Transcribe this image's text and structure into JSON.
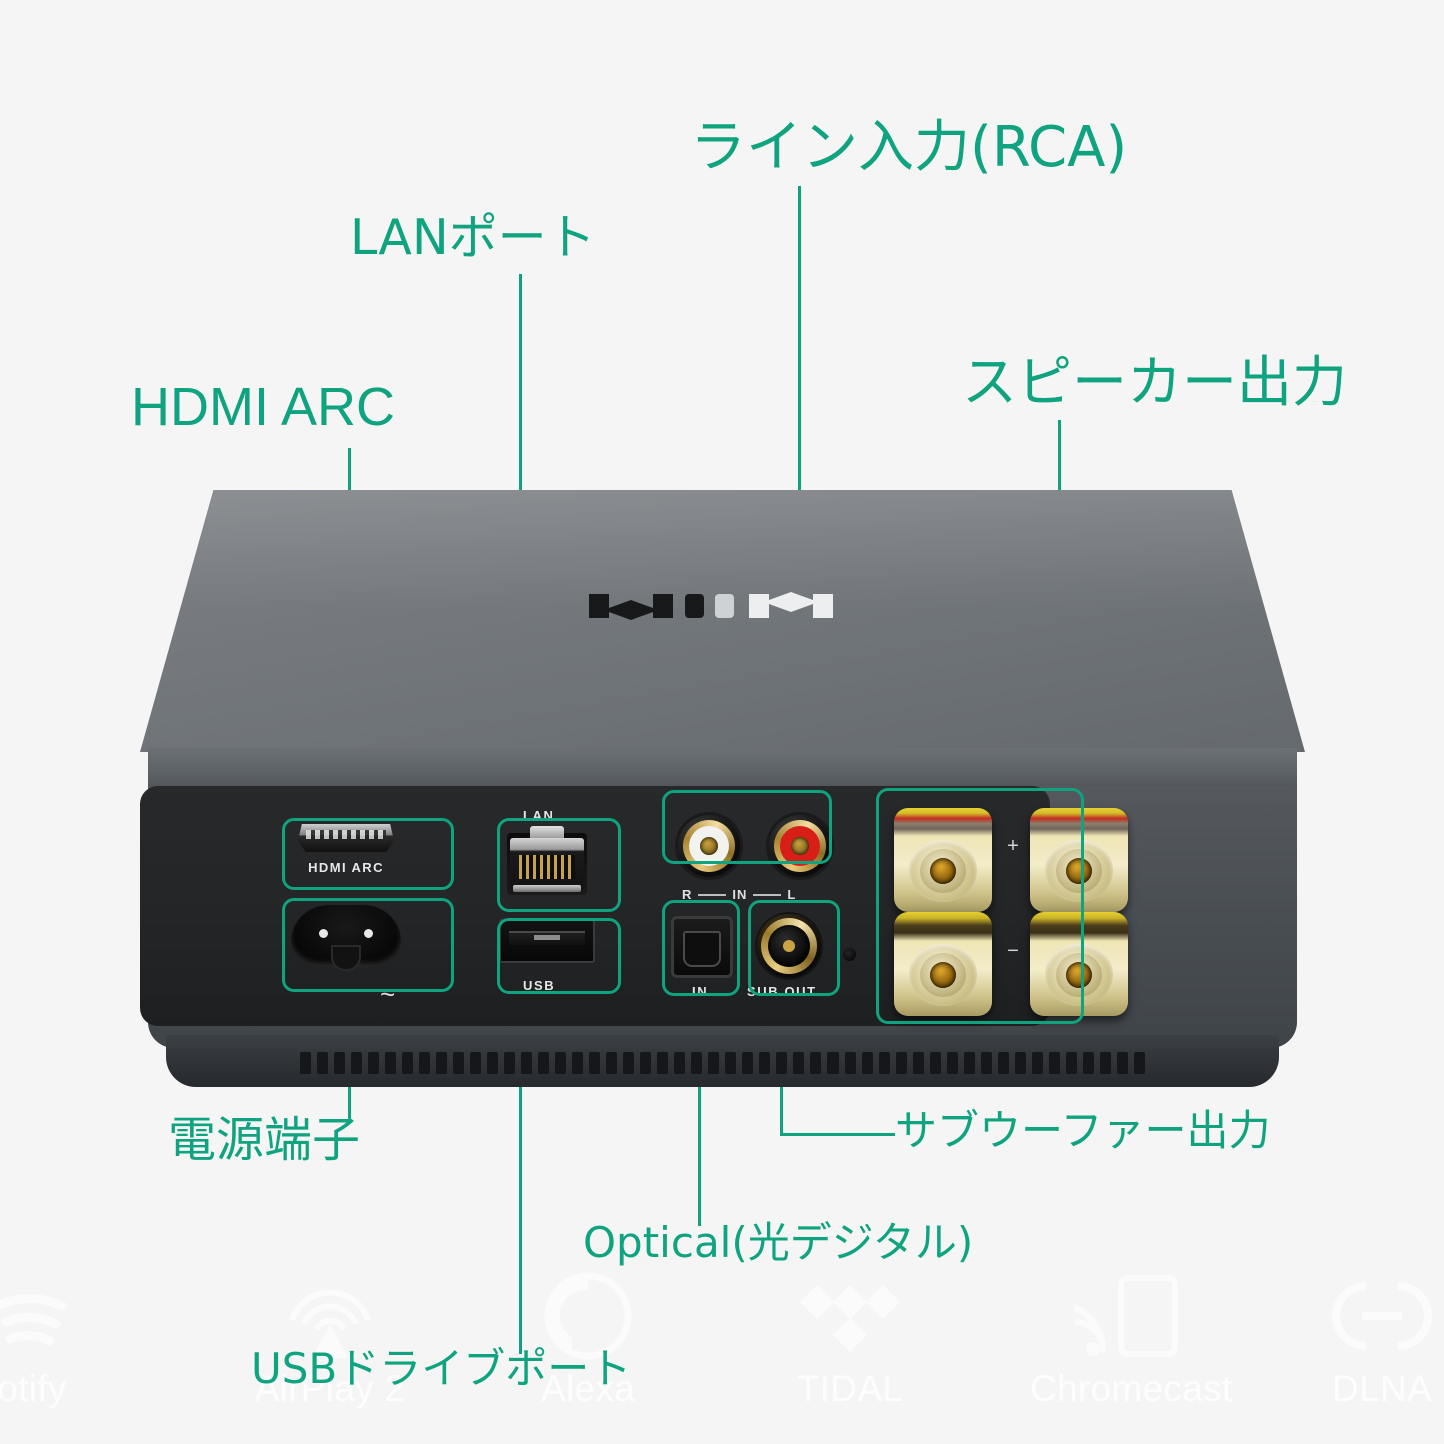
{
  "page": {
    "background_color": "#f5f5f5",
    "accent_color": "#0fa37f",
    "product_brand": "WiiM"
  },
  "callouts": [
    {
      "id": "hdmi-arc",
      "label": "HDMI ARC"
    },
    {
      "id": "lan-port",
      "label": "LANポート"
    },
    {
      "id": "line-in",
      "label": "ライン入力(RCA)"
    },
    {
      "id": "speaker-out",
      "label": "スピーカー出力"
    },
    {
      "id": "power",
      "label": "電源端子"
    },
    {
      "id": "usb-drive",
      "label": "USBドライブポート"
    },
    {
      "id": "optical",
      "label": "Optical(光デジタル)"
    },
    {
      "id": "sub-out",
      "label": "サブウーファー出力"
    }
  ],
  "panel_labels": {
    "hdmi": "HDMI ARC",
    "power_symbol": "~",
    "lan": "LAN",
    "usb": "USB",
    "rca_r": "R",
    "rca_in": "IN",
    "rca_l": "L",
    "optical_in": "IN",
    "sub_out": "SUB OUT",
    "speaker_plus": "+",
    "speaker_minus": "−"
  },
  "services": [
    {
      "name": "Spotify",
      "label": "otify",
      "icon": "spotify-icon"
    },
    {
      "name": "AirPlay 2",
      "label": "AirPlay 2",
      "icon": "airplay-icon"
    },
    {
      "name": "Alexa",
      "label": "Alexa",
      "icon": "alexa-icon"
    },
    {
      "name": "TIDAL",
      "label": "TIDAL",
      "icon": "tidal-icon"
    },
    {
      "name": "Chromecast",
      "label": "Chromecast",
      "icon": "chromecast-icon"
    },
    {
      "name": "DLNA",
      "label": "DLNA",
      "icon": "dlna-icon"
    }
  ]
}
